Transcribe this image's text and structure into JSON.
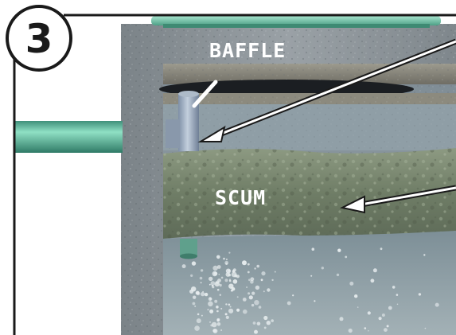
{
  "diagram": {
    "step_number": "3",
    "labels": {
      "baffle": "BAFFLE",
      "scum": "SCUM"
    },
    "colors": {
      "concrete": "#8e959a",
      "pipe": "#62b79c",
      "scum_layer": "#7c8a74",
      "liquid": "#8e9fa6",
      "label_text": "#ffffff",
      "frame": "#1a1a1a"
    }
  }
}
